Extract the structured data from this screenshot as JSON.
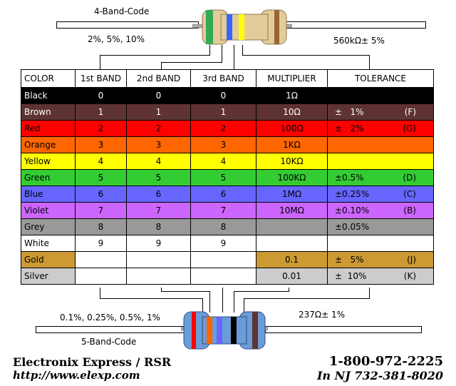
{
  "top": {
    "title": "4-Band-Code",
    "tolerances_note": "2%, 5%, 10%",
    "example_value": "560kΩ± 5%"
  },
  "bottom": {
    "tolerances_note": "0.1%, 0.25%, 0.5%, 1%",
    "title": "5-Band-Code",
    "example_value": "237Ω± 1%"
  },
  "table": {
    "headers": [
      "COLOR",
      "1st BAND",
      "2nd BAND",
      "3rd BAND",
      "MULTIPLIER",
      "TOLERANCE"
    ],
    "rows": [
      {
        "name": "Black",
        "b1": "0",
        "b2": "0",
        "b3": "0",
        "mult": "1Ω",
        "tol": "",
        "code": "",
        "bg": "#000000",
        "fg": "#ffffff"
      },
      {
        "name": "Brown",
        "b1": "1",
        "b2": "1",
        "b3": "1",
        "mult": "10Ω",
        "tol": "±   1%",
        "code": "(F)",
        "bg": "#5e3332",
        "fg": "#ffffff"
      },
      {
        "name": "Red",
        "b1": "2",
        "b2": "2",
        "b3": "2",
        "mult": "100Ω",
        "tol": "±   2%",
        "code": "(G)",
        "bg": "#ff0000",
        "fg": "#000000"
      },
      {
        "name": "Orange",
        "b1": "3",
        "b2": "3",
        "b3": "3",
        "mult": "1KΩ",
        "tol": "",
        "code": "",
        "bg": "#ff6600",
        "fg": "#000000"
      },
      {
        "name": "Yellow",
        "b1": "4",
        "b2": "4",
        "b3": "4",
        "mult": "10KΩ",
        "tol": "",
        "code": "",
        "bg": "#ffff00",
        "fg": "#000000"
      },
      {
        "name": "Green",
        "b1": "5",
        "b2": "5",
        "b3": "5",
        "mult": "100KΩ",
        "tol": "±0.5%",
        "code": "(D)",
        "bg": "#33cc33",
        "fg": "#000000"
      },
      {
        "name": "Blue",
        "b1": "6",
        "b2": "6",
        "b3": "6",
        "mult": "1MΩ",
        "tol": "±0.25%",
        "code": "(C)",
        "bg": "#6666ff",
        "fg": "#000000"
      },
      {
        "name": "Violet",
        "b1": "7",
        "b2": "7",
        "b3": "7",
        "mult": "10MΩ",
        "tol": "±0.10%",
        "code": "(B)",
        "bg": "#cc66ff",
        "fg": "#000000"
      },
      {
        "name": "Grey",
        "b1": "8",
        "b2": "8",
        "b3": "8",
        "mult": "",
        "tol": "±0.05%",
        "code": "",
        "bg": "#999999",
        "fg": "#000000"
      },
      {
        "name": "White",
        "b1": "9",
        "b2": "9",
        "b3": "9",
        "mult": "",
        "tol": "",
        "code": "",
        "bg": "#ffffff",
        "fg": "#000000"
      },
      {
        "name": "Gold",
        "b1": "",
        "b2": "",
        "b3": "",
        "mult": "0.1",
        "tol": "±   5%",
        "code": "(J)",
        "bg": "#cc9933",
        "fg": "#000000"
      },
      {
        "name": "Silver",
        "b1": "",
        "b2": "",
        "b3": "",
        "mult": "0.01",
        "tol": "±  10%",
        "code": "(K)",
        "bg": "#cccccc",
        "fg": "#000000"
      }
    ]
  },
  "resistor4_bands": [
    "#33aa55",
    "#3366ff",
    "#ffff00",
    "#996633"
  ],
  "resistor5_bands": [
    "#ff0000",
    "#ff6600",
    "#6666ff",
    "#000000",
    "#5e3332"
  ],
  "footer": {
    "company": "Electronix  Express / RSR",
    "url": "http://www.elexp.com",
    "phone": "1-800-972-2225",
    "nj_phone": "In  NJ  732-381-8020"
  }
}
